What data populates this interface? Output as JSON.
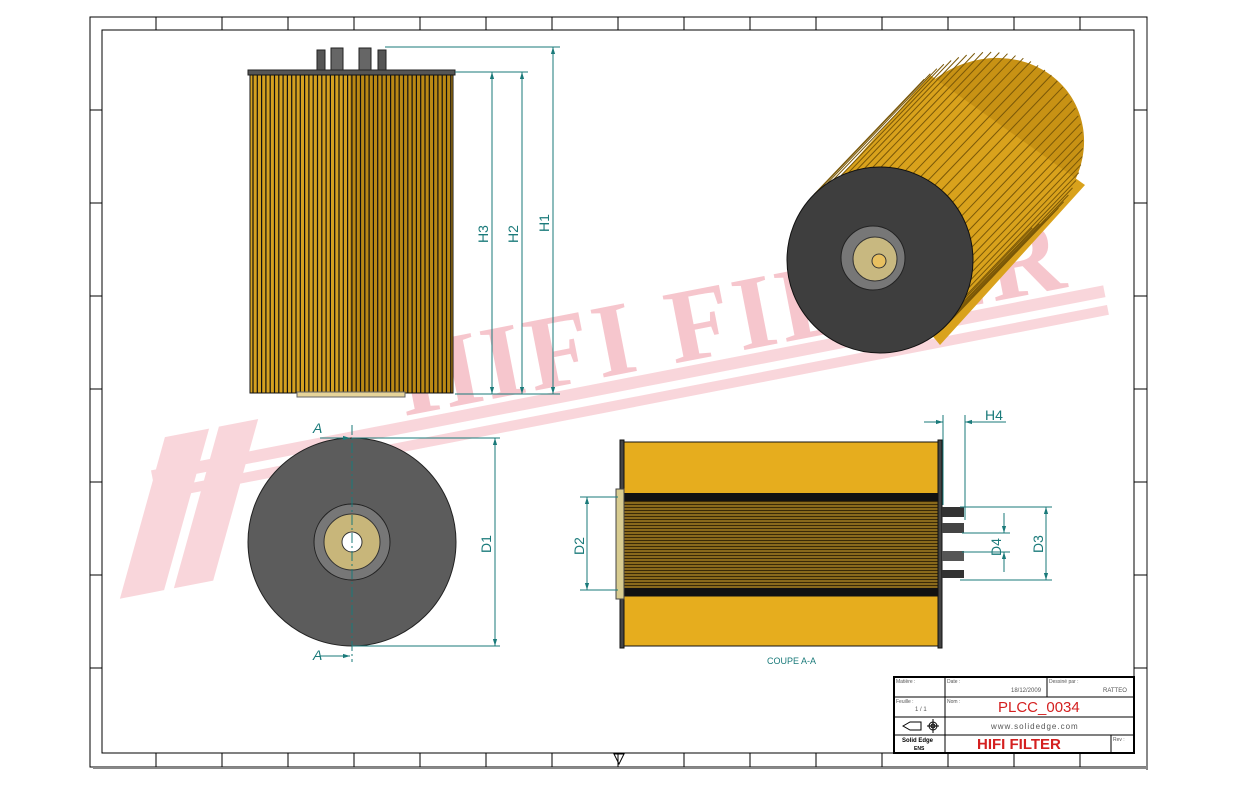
{
  "drawing": {
    "watermark": "HIFI FILTER",
    "watermark_mark": "®",
    "dimensions": [
      "H1",
      "H2",
      "H3",
      "H4",
      "D1",
      "D2",
      "D3",
      "D4"
    ],
    "section_marker": "A",
    "section_label": "COUPE A-A"
  },
  "title_block": {
    "material_label": "Matière :",
    "date_label": "Date :",
    "date": "18/12/2009",
    "drawn_by_label": "Dessiné par :",
    "drawn_by": "RATTEO",
    "sheet_label": "Feuille :",
    "sheet": "1 / 1",
    "name_label": "Nom :",
    "part_number": "PLCC_0034",
    "website": "www.solidedge.com",
    "software": "Solid Edge",
    "software_sub": "ENS",
    "company": "HIFI FILTER",
    "rev_label": "Rev :"
  },
  "colors": {
    "filter_yellow": "#e6ad1e",
    "end_cap_gray": "#555555",
    "dimension_teal": "#1a7a7a",
    "watermark_pink": "#f7c9cf",
    "title_red": "#d42020"
  }
}
